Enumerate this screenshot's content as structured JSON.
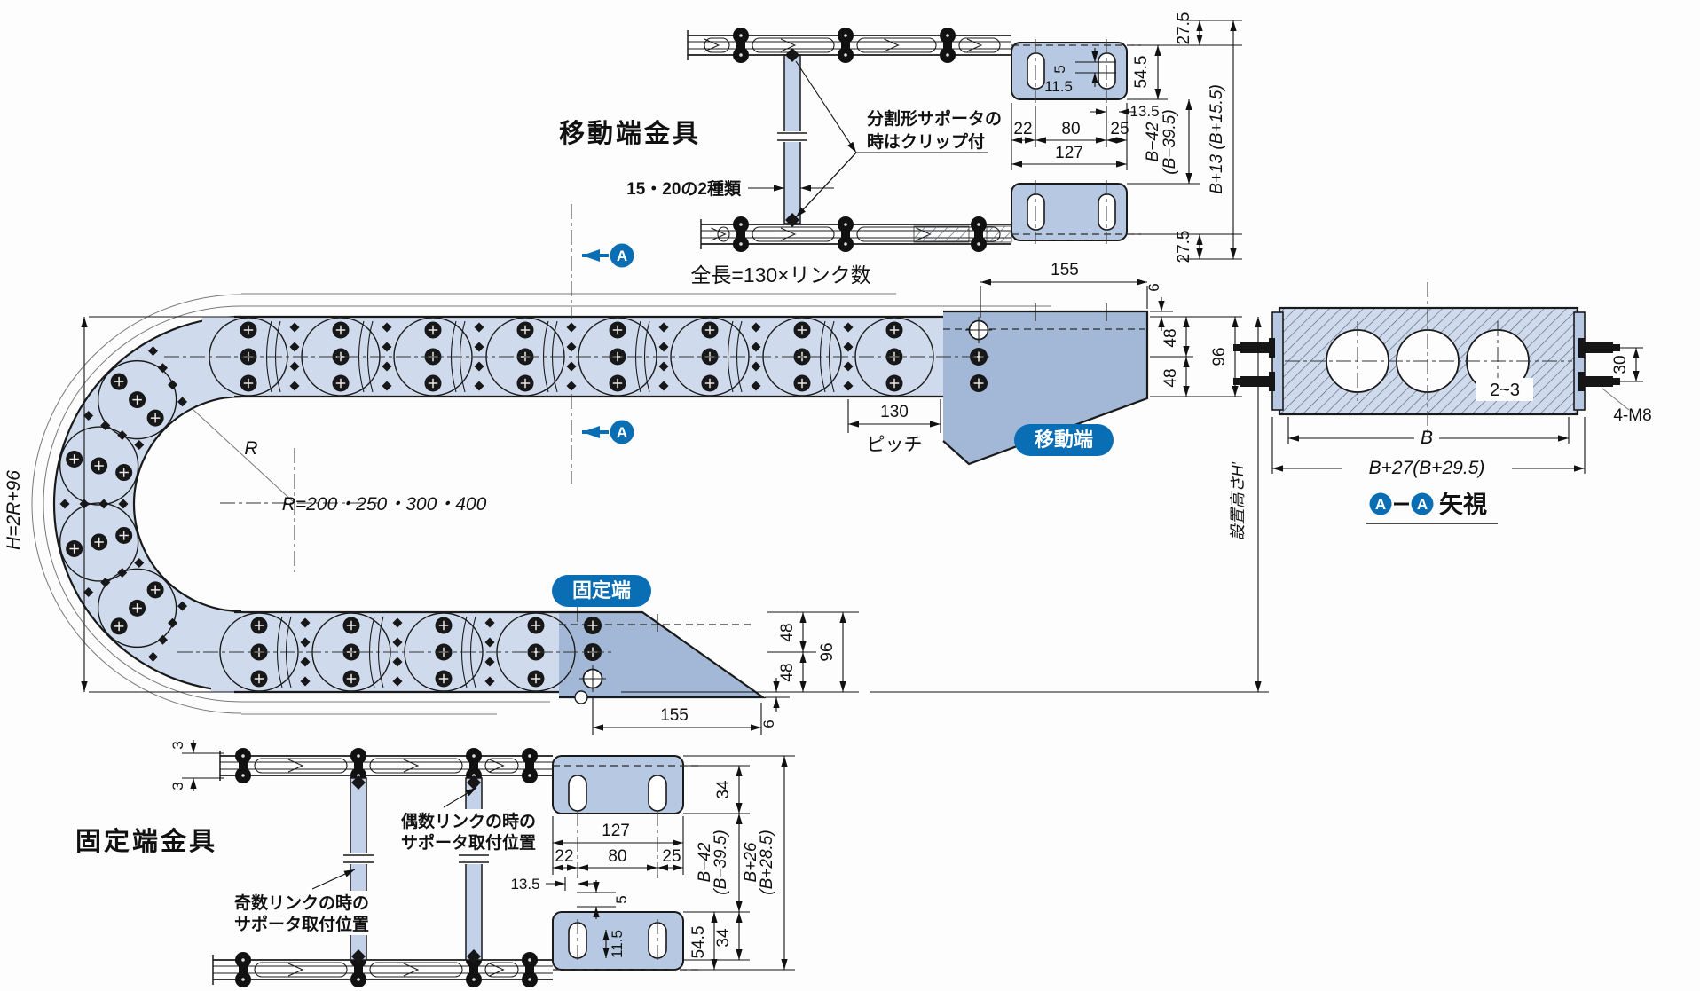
{
  "colors": {
    "accent": "#0a6eb4",
    "link_fill": "#cfdbed",
    "panel_fill": "#b7c9e2",
    "wedge_fill": "#a2b8d6",
    "line": "#1a1a1a"
  },
  "top_view": {
    "title": "移動端金具",
    "note_clip_1": "分割形サポータの",
    "note_clip_2": "時はクリップ付",
    "note_types": "15・20の2種類",
    "d5": "5",
    "d11_5": "11.5",
    "d13_5": "13.5",
    "d22": "22",
    "d80": "80",
    "d25": "25",
    "d127": "127",
    "d54_5": "54.5",
    "db42": "B−42",
    "db39": "(B−39.5)",
    "d27_top": "27.5",
    "d27_bot": "27.5",
    "db13": "B+13 (B+15.5)"
  },
  "main_view": {
    "total_length": "全長=130×リンク数",
    "marker": "A",
    "d155_top": "155",
    "d6_top": "6",
    "d48a": "48",
    "d48b": "48",
    "d96_top": "96",
    "d130": "130",
    "pitch_label": "ピッチ",
    "badge_moving": "移動端",
    "badge_fixed": "固定端",
    "r_label": "R",
    "r_values": "R=200・250・300・400",
    "h_formula": "H=2R+96",
    "install_height": "設置高さH′",
    "d155_bot": "155",
    "d6_bot": "6",
    "d48c": "48",
    "d48d": "48",
    "d96_bot": "96"
  },
  "section_view": {
    "marker": "A",
    "title_suffix": "矢視",
    "d30": "30",
    "gap": "2~3",
    "db": "B",
    "db27": "B+27(B+29.5)",
    "bolts": "4-M8"
  },
  "bottom_view": {
    "title": "固定端金具",
    "note_even_1": "偶数リンクの時の",
    "note_even_2": "サポータ取付位置",
    "note_odd_1": "奇数リンクの時の",
    "note_odd_2": "サポータ取付位置",
    "d3a": "3",
    "d3b": "3",
    "d34_top": "34",
    "d127": "127",
    "d22": "22",
    "d80": "80",
    "d25": "25",
    "d13_5": "13.5",
    "d5": "5",
    "d11_5": "11.5",
    "d54_5": "54.5",
    "d34_bot": "34",
    "db42": "B−42",
    "db39": "(B−39.5)",
    "db26": "B+26",
    "db28": "(B+28.5)"
  }
}
